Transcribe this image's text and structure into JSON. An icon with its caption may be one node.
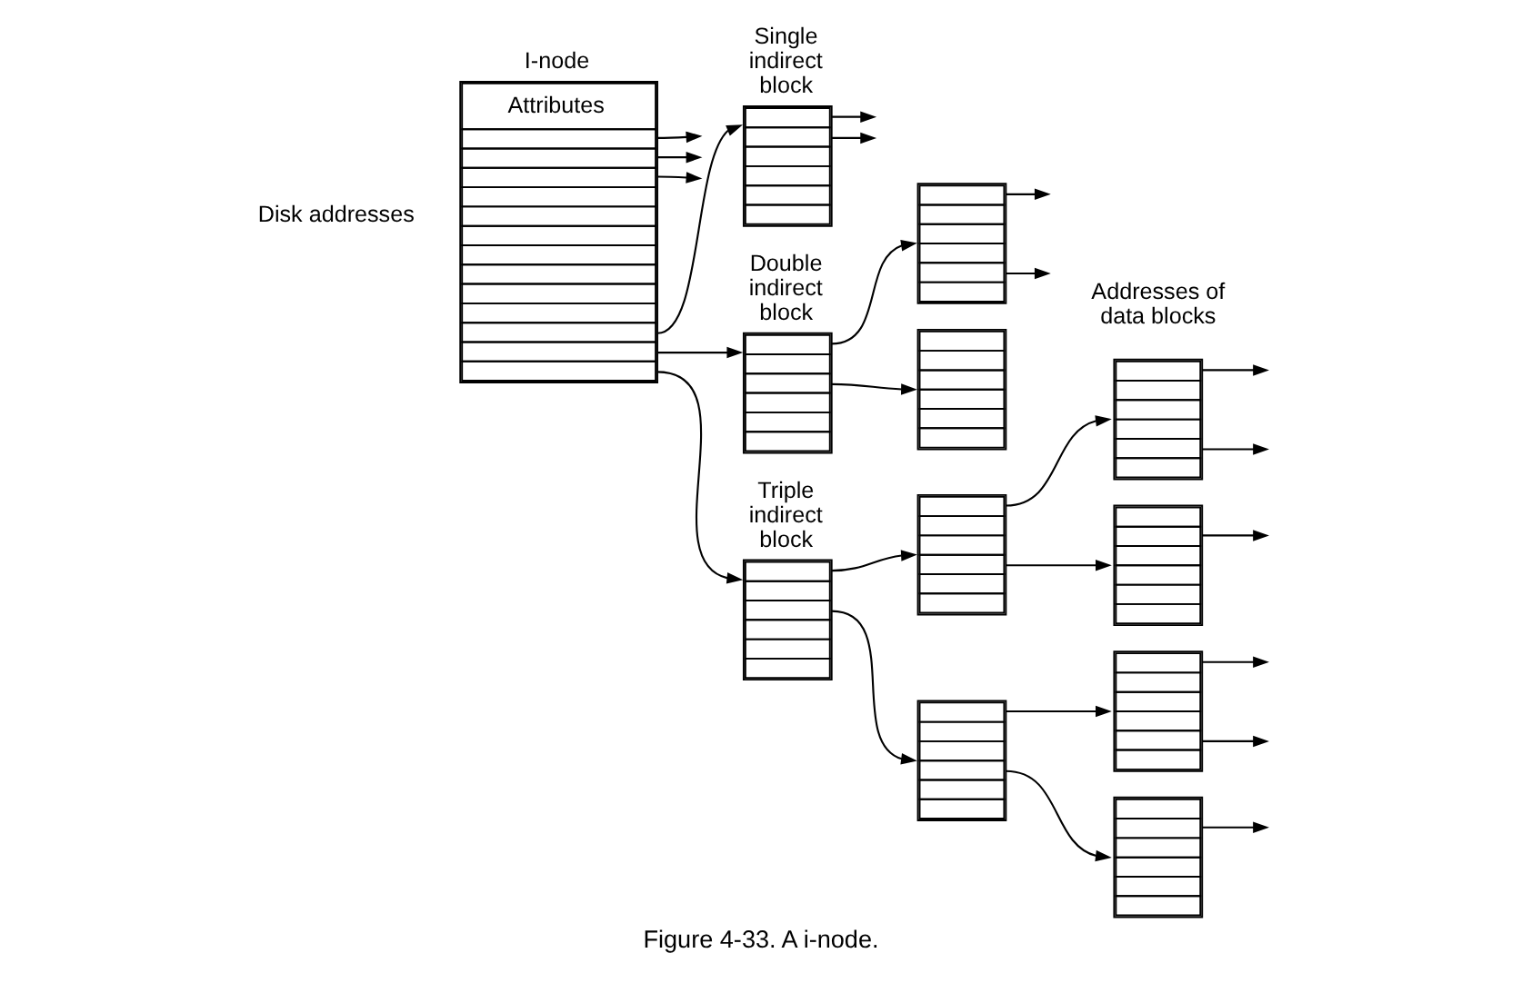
{
  "diagram": {
    "caption": "Figure 4-33. A i-node.",
    "nodes": [
      {
        "text": [
          "I-node",
          "Attributes"
        ]
      },
      {
        "text": [
          "Single indirect block"
        ]
      },
      {
        "text": [
          "Double indirect block"
        ]
      },
      {
        "text": [],
        "shape": "box"
      },
      {
        "text": [],
        "shape": "box"
      },
      {
        "text": [
          "Triple indirect block"
        ]
      },
      {
        "text": [],
        "shape": "box"
      },
      {
        "text": [],
        "shape": "box"
      },
      {
        "text": [],
        "shape": "box"
      },
      {
        "text": [],
        "shape": "box"
      },
      {
        "text": [],
        "shape": "box"
      },
      {
        "text": [],
        "shape": "box"
      }
    ],
    "edges": [
      {
        "from": 0,
        "to": null,
        "arrow": "to"
      },
      {
        "from": 0,
        "to": null,
        "arrow": "to"
      },
      {
        "from": 0,
        "to": null,
        "arrow": "to"
      },
      {
        "from": 0,
        "to": 1,
        "arrow": "to"
      },
      {
        "from": 0,
        "to": 2,
        "arrow": "to"
      },
      {
        "from": 0,
        "to": 5,
        "arrow": "to"
      },
      {
        "from": 1,
        "to": null,
        "arrow": "to"
      },
      {
        "from": 1,
        "to": null,
        "arrow": "to"
      },
      {
        "from": 2,
        "to": 3,
        "arrow": "to"
      },
      {
        "from": 2,
        "to": 4,
        "arrow": "to"
      },
      {
        "from": 3,
        "to": null,
        "arrow": "to"
      },
      {
        "from": 3,
        "to": null,
        "arrow": "to"
      },
      {
        "from": 5,
        "to": 6,
        "arrow": "to"
      },
      {
        "from": 5,
        "to": 7,
        "arrow": "to"
      },
      {
        "from": 6,
        "to": 8,
        "arrow": "to"
      },
      {
        "from": 6,
        "to": 9,
        "arrow": "to"
      },
      {
        "from": 7,
        "to": 10,
        "arrow": "to"
      },
      {
        "from": 7,
        "to": 11,
        "arrow": "to"
      },
      {
        "from": 8,
        "to": null,
        "arrow": "to"
      },
      {
        "from": 8,
        "to": null,
        "arrow": "to"
      },
      {
        "from": 9,
        "to": null,
        "arrow": "to"
      },
      {
        "from": 10,
        "to": null,
        "arrow": "to"
      },
      {
        "from": 10,
        "to": null,
        "arrow": "to"
      },
      {
        "from": 11,
        "to": null,
        "arrow": "to"
      }
    ],
    "labels": [
      "Disk addresses",
      "Addresses of data blocks"
    ]
  }
}
